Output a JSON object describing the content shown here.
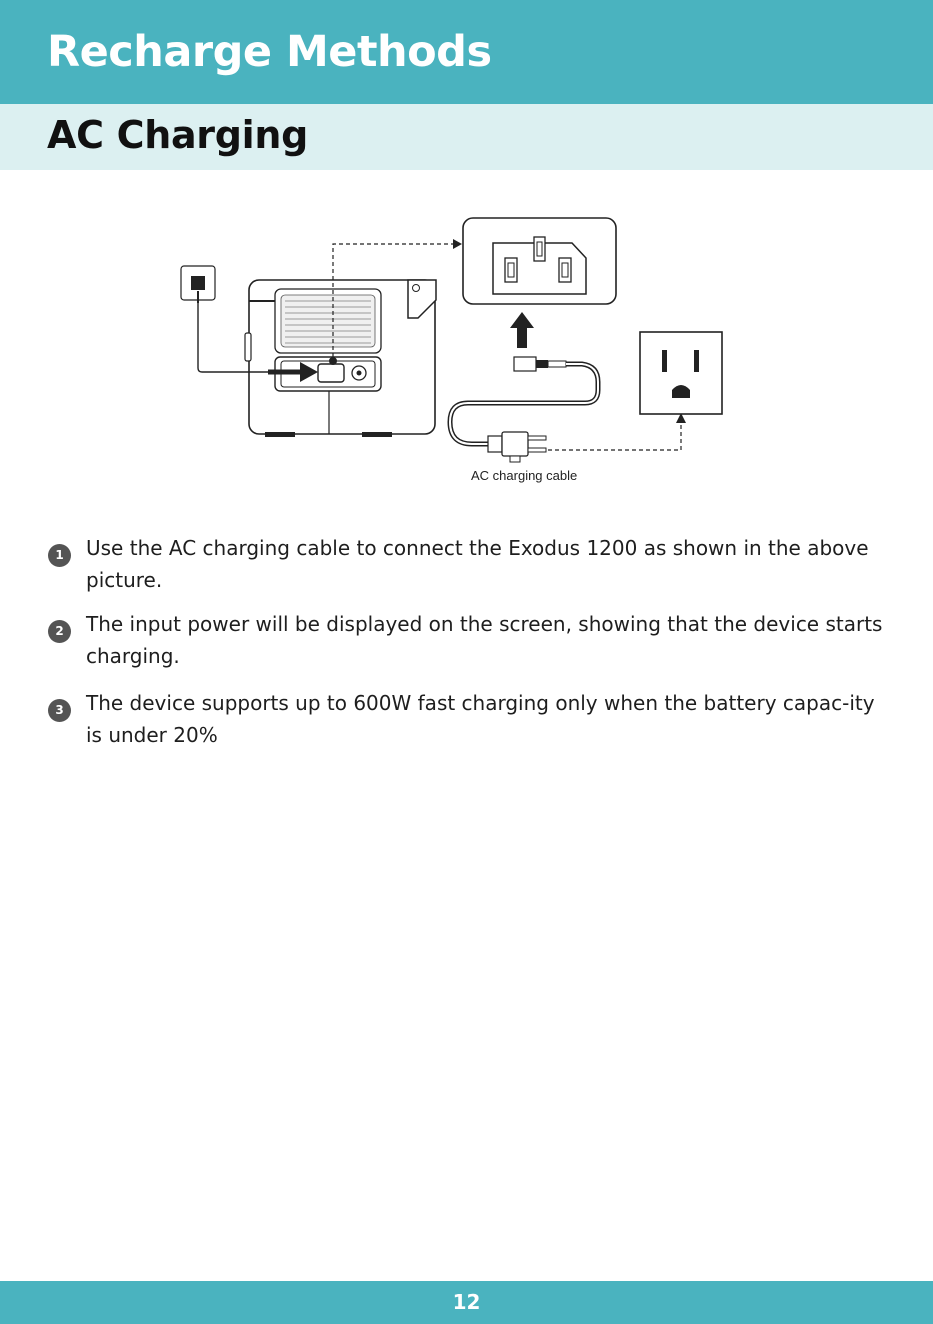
{
  "header": {
    "title": "Recharge Methods"
  },
  "section": {
    "title": "AC Charging"
  },
  "figure": {
    "caption": "AC charging cable"
  },
  "steps": [
    {
      "number": "1",
      "text": "Use the AC charging cable to connect the Exodus 1200 as shown in the above picture."
    },
    {
      "number": "2",
      "text": "The input power will be displayed on the screen, showing that the device starts charging."
    },
    {
      "number": "3",
      "text": "The device supports up to 600W fast charging only when the battery capac-ity is under 20%"
    }
  ],
  "footer": {
    "page_number": "12"
  },
  "colors": {
    "header_bg": "#4ab3bf",
    "subheader_bg": "#dcf0f1",
    "step_badge": "#545454"
  }
}
